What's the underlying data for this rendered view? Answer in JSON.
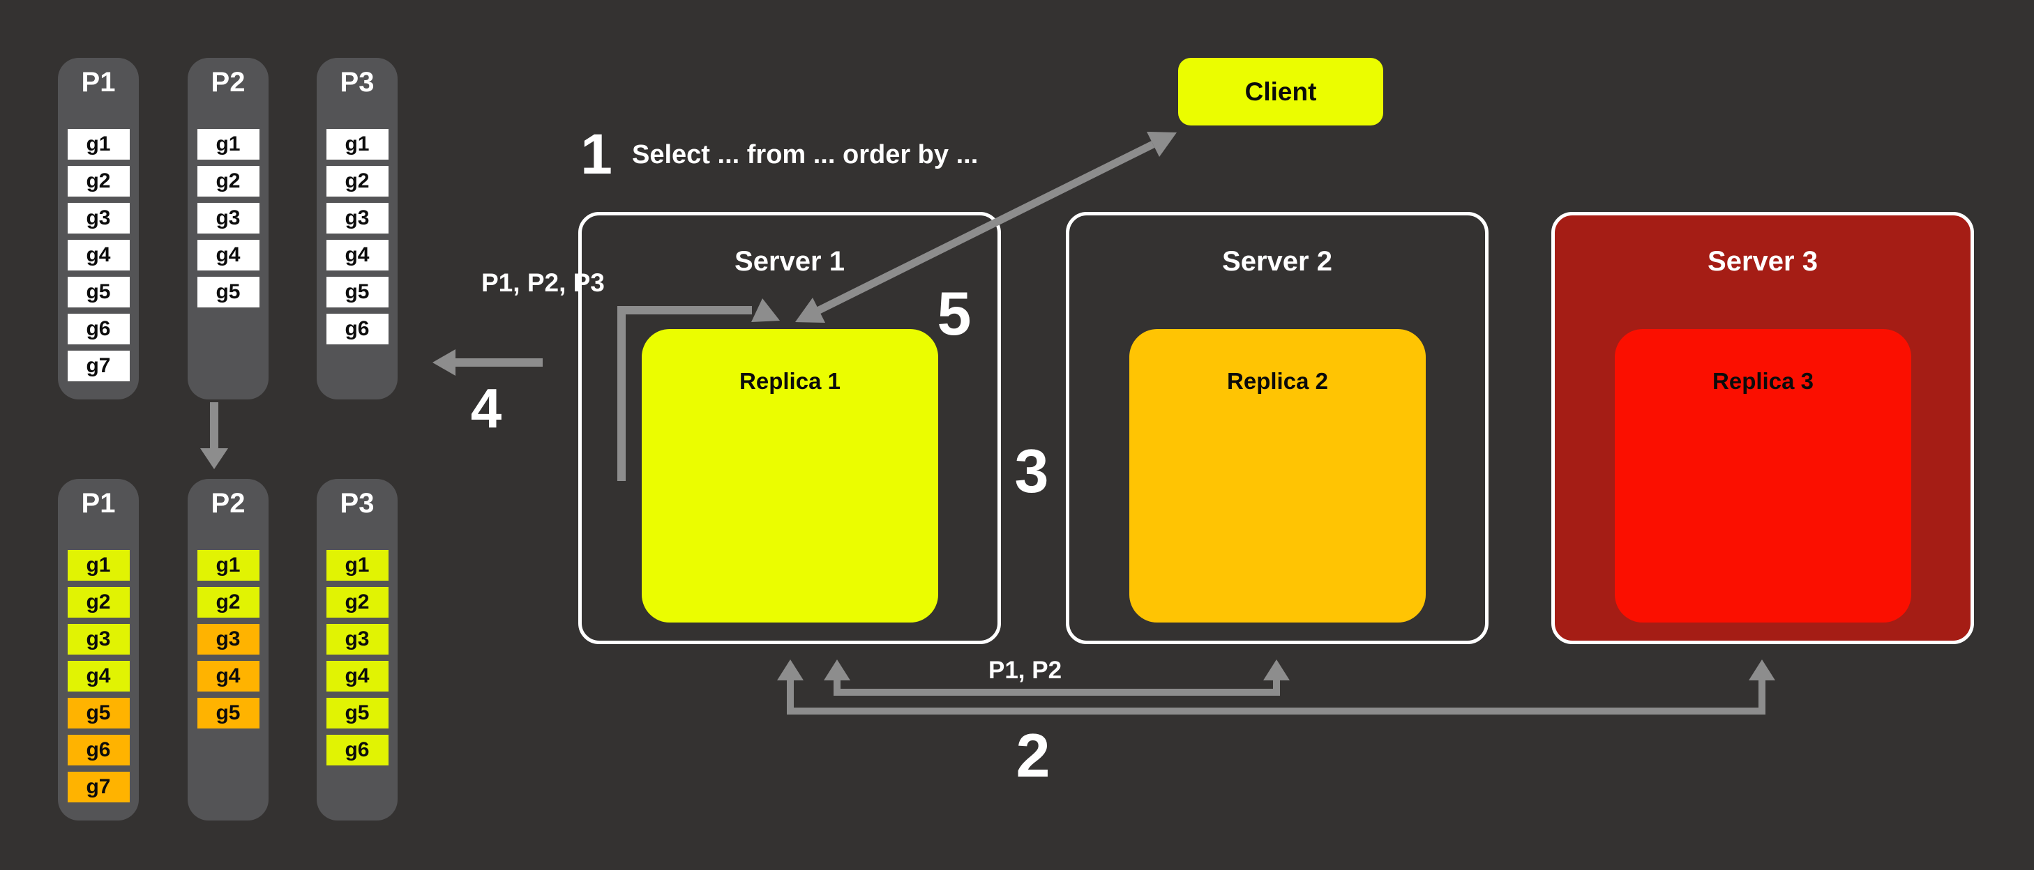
{
  "palette": {
    "background": "#343231",
    "column_gray": "#545456",
    "cell_white": "#ffffff",
    "cell_yellow": "#e1f303",
    "cell_orange": "#ffb300",
    "replica1_yellow": "#ebfd00",
    "replica2_amber": "#ffc403",
    "replica3_red": "#fb0f00",
    "server3_dark_red": "#a51d15",
    "server_border": "#ffffff",
    "arrow_gray": "#8d8d8d",
    "text_light": "#ffffff",
    "text_dark": "#0b0b0b"
  },
  "partitions_before": {
    "columns": [
      {
        "title": "P1",
        "cells": [
          {
            "label": "g1",
            "color": "white"
          },
          {
            "label": "g2",
            "color": "white"
          },
          {
            "label": "g3",
            "color": "white"
          },
          {
            "label": "g4",
            "color": "white"
          },
          {
            "label": "g5",
            "color": "white"
          },
          {
            "label": "g6",
            "color": "white"
          },
          {
            "label": "g7",
            "color": "white"
          }
        ]
      },
      {
        "title": "P2",
        "cells": [
          {
            "label": "g1",
            "color": "white"
          },
          {
            "label": "g2",
            "color": "white"
          },
          {
            "label": "g3",
            "color": "white"
          },
          {
            "label": "g4",
            "color": "white"
          },
          {
            "label": "g5",
            "color": "white"
          }
        ]
      },
      {
        "title": "P3",
        "cells": [
          {
            "label": "g1",
            "color": "white"
          },
          {
            "label": "g2",
            "color": "white"
          },
          {
            "label": "g3",
            "color": "white"
          },
          {
            "label": "g4",
            "color": "white"
          },
          {
            "label": "g5",
            "color": "white"
          },
          {
            "label": "g6",
            "color": "white"
          }
        ]
      }
    ]
  },
  "partitions_after": {
    "columns": [
      {
        "title": "P1",
        "cells": [
          {
            "label": "g1",
            "color": "yellow"
          },
          {
            "label": "g2",
            "color": "yellow"
          },
          {
            "label": "g3",
            "color": "yellow"
          },
          {
            "label": "g4",
            "color": "yellow"
          },
          {
            "label": "g5",
            "color": "orange"
          },
          {
            "label": "g6",
            "color": "orange"
          },
          {
            "label": "g7",
            "color": "orange"
          }
        ]
      },
      {
        "title": "P2",
        "cells": [
          {
            "label": "g1",
            "color": "yellow"
          },
          {
            "label": "g2",
            "color": "yellow"
          },
          {
            "label": "g3",
            "color": "orange"
          },
          {
            "label": "g4",
            "color": "orange"
          },
          {
            "label": "g5",
            "color": "orange"
          }
        ]
      },
      {
        "title": "P3",
        "cells": [
          {
            "label": "g1",
            "color": "yellow"
          },
          {
            "label": "g2",
            "color": "yellow"
          },
          {
            "label": "g3",
            "color": "yellow"
          },
          {
            "label": "g4",
            "color": "yellow"
          },
          {
            "label": "g5",
            "color": "yellow"
          },
          {
            "label": "g6",
            "color": "yellow"
          }
        ]
      }
    ]
  },
  "client": {
    "label": "Client"
  },
  "servers": [
    {
      "name": "Server 1",
      "replica": {
        "label": "Replica 1"
      }
    },
    {
      "name": "Server 2",
      "replica": {
        "label": "Replica 2"
      }
    },
    {
      "name": "Server 3",
      "replica": {
        "label": "Replica 3"
      }
    }
  ],
  "steps": {
    "1": {
      "number": "1",
      "label": "Select ... from ... order by ..."
    },
    "2": {
      "number": "2",
      "label": "P1, P2"
    },
    "3": {
      "number": "3"
    },
    "4": {
      "number": "4"
    },
    "5": {
      "number": "5"
    }
  },
  "annotations": {
    "partitions_forwarded": "P1, P2, P3"
  }
}
